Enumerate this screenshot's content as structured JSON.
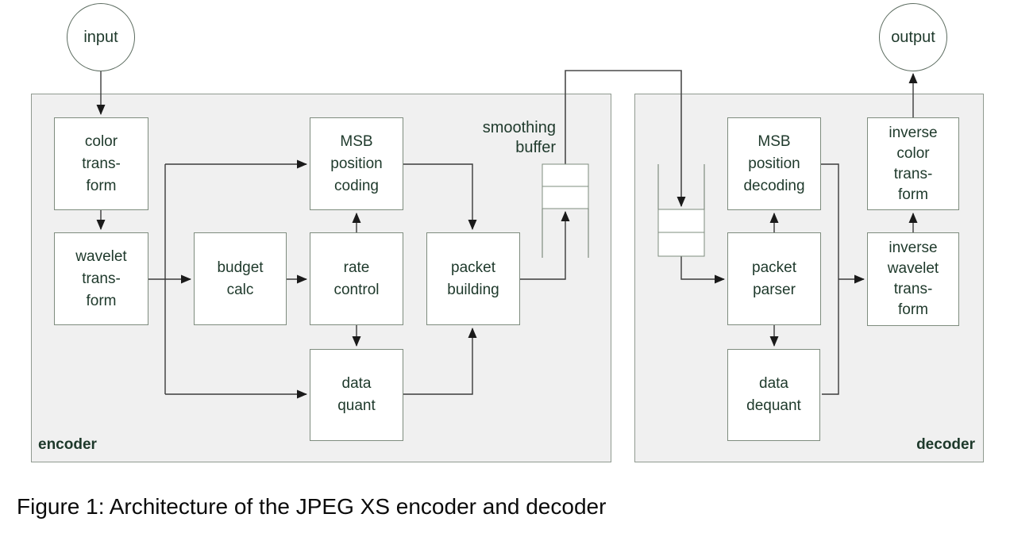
{
  "colors": {
    "diagram_text": "#1e392b",
    "panel_fill": "#f0f0f0",
    "panel_border": "#909a90",
    "box_border": "#7e8c7e",
    "arrow_line": "#3a3a3a",
    "arrow_head": "#1a1a1a",
    "caption_text": "#0b0b0b"
  },
  "terminals": {
    "input": "input",
    "output": "output"
  },
  "encoder": {
    "label": "encoder",
    "boxes": {
      "color_transform": "color\ntrans-\nform",
      "wavelet_transform": "wavelet\ntrans-\nform",
      "budget_calc": "budget\ncalc",
      "msb_position_coding": "MSB\nposition\ncoding",
      "rate_control": "rate\ncontrol",
      "packet_building": "packet\nbuilding",
      "data_quant": "data\nquant"
    },
    "smoothing_buffer_label": "smoothing\nbuffer"
  },
  "decoder": {
    "label": "decoder",
    "boxes": {
      "msb_position_decoding": "MSB\nposition\ndecoding",
      "packet_parser": "packet\nparser",
      "data_dequant": "data\ndequant",
      "inverse_color_transform": "inverse\ncolor\ntrans-\nform",
      "inverse_wavelet_transform": "inverse\nwavelet\ntrans-\nform"
    }
  },
  "caption": "Figure 1: Architecture of the JPEG XS encoder and decoder"
}
